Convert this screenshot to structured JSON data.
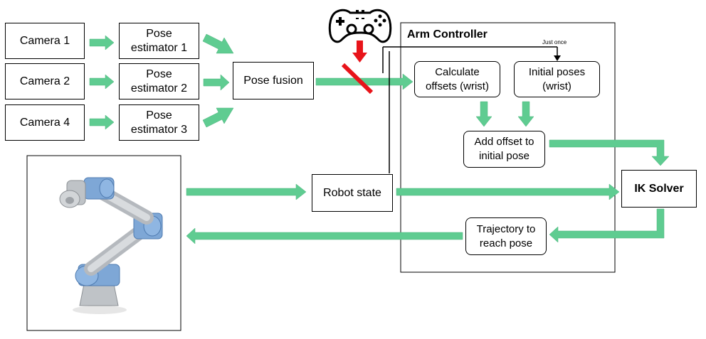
{
  "nodes": {
    "camera1": "Camera 1",
    "camera2": "Camera 2",
    "camera4": "Camera 4",
    "pose_est1": "Pose\nestimator 1",
    "pose_est2": "Pose\nestimator 2",
    "pose_est3": "Pose\nestimator 3",
    "pose_fusion": "Pose fusion",
    "robot_state": "Robot state",
    "calc_offsets": "Calculate\noffsets (wrist)",
    "initial_poses": "Initial poses\n(wrist)",
    "add_offset": "Add offset to\ninitial pose",
    "trajectory": "Trajectory to\nreach pose",
    "ik_solver": "IK Solver"
  },
  "arm_controller_label": "Arm Controller",
  "just_once_label": "Just once",
  "icons": [
    "gamepad-icon",
    "robot-arm-image"
  ],
  "colors": {
    "arrow_fill": "#5fcc91",
    "disable_arrow": "#e8141a",
    "disable_bar": "#e8141a",
    "line": "#000000"
  }
}
